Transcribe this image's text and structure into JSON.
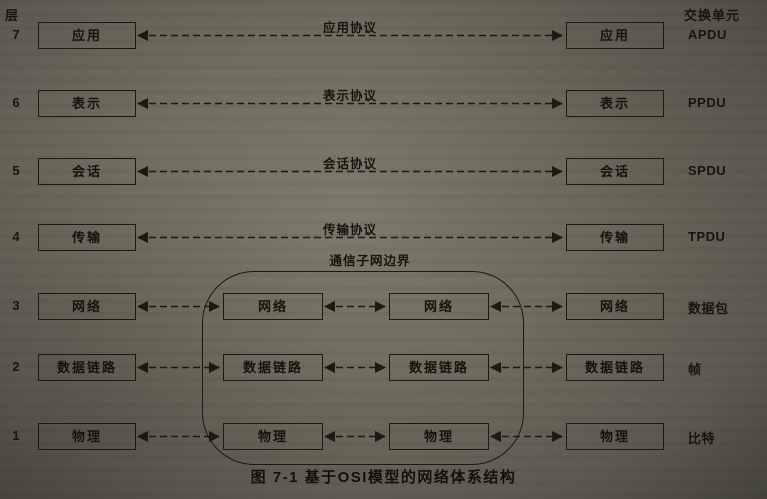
{
  "colors": {
    "page_bg": "#716e60",
    "ink": "#16150f"
  },
  "header": {
    "layer_col": "层",
    "exchange_col": "交换单元"
  },
  "subnet": {
    "label": "通信子网边界"
  },
  "caption": "图 7-1  基于OSI模型的网络体系结构",
  "layers": [
    {
      "num": "7",
      "name": "应用",
      "protocol": "应用协议",
      "unit": "APDU"
    },
    {
      "num": "6",
      "name": "表示",
      "protocol": "表示协议",
      "unit": "PPDU"
    },
    {
      "num": "5",
      "name": "会话",
      "protocol": "会话协议",
      "unit": "SPDU"
    },
    {
      "num": "4",
      "name": "传输",
      "protocol": "传输协议",
      "unit": "TPDU"
    },
    {
      "num": "3",
      "name": "网络",
      "unit": "数据包"
    },
    {
      "num": "2",
      "name": "数据链路",
      "unit": "帧"
    },
    {
      "num": "1",
      "name": "物理",
      "unit": "比特"
    }
  ]
}
